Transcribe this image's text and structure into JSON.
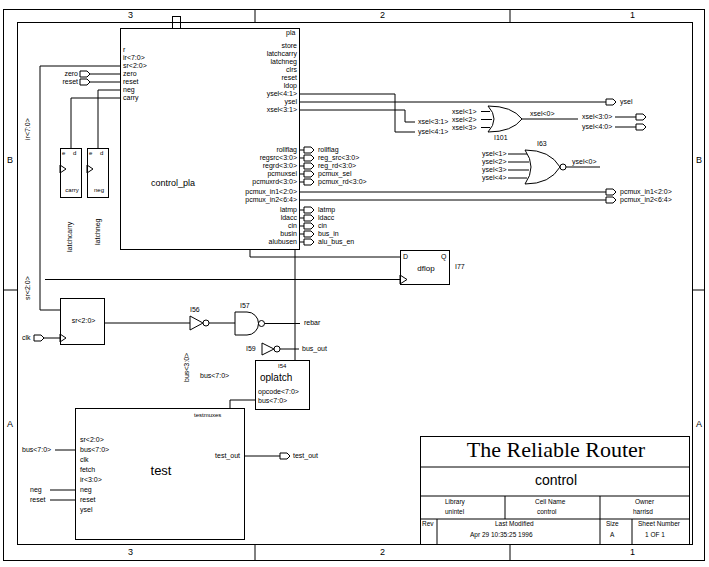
{
  "diagram": {
    "nodes": [
      {
        "text": [
          "control_pla"
        ]
      },
      {
        "text": [
          "carry"
        ]
      },
      {
        "text": [
          "neg"
        ]
      },
      {
        "text": [
          "dflop",
          "I77"
        ]
      },
      {
        "text": [
          "sr<2:0>"
        ]
      },
      {
        "text": [
          "oplatch",
          "I54"
        ]
      },
      {
        "text": [
          "test",
          "testmuxes"
        ]
      },
      {
        "text": [
          "The Reliable Router",
          "control"
        ]
      }
    ],
    "edges": [
      {
        "from": 1,
        "to": 0,
        "arrow": "none"
      },
      {
        "from": 2,
        "to": 0,
        "arrow": "none"
      },
      {
        "from": 4,
        "to": 0,
        "arrow": "none"
      },
      {
        "from": 0,
        "to": 3,
        "arrow": "none"
      },
      {
        "from": 5,
        "to": 0,
        "arrow": "none"
      },
      {
        "from": 5,
        "to": 6,
        "arrow": "none"
      }
    ],
    "labels": [
      "3",
      "2",
      "1",
      "3",
      "2",
      "1",
      "B",
      "A",
      "B",
      "A",
      "pla",
      "r",
      "ir<7:0>",
      "sr<2:0>",
      "zero",
      "reset",
      "neg",
      "carry",
      "store",
      "latchcarry",
      "latchneg",
      "clrs",
      "reset",
      "ldop",
      "ysel<4:1>",
      "ysel",
      "xsel<3:1>",
      "rollflag",
      "regsrc<3:0>",
      "regrd<3:0>",
      "pcmuxsel",
      "pcmuxrd<3:0>",
      "pcmux_in1<2:0>",
      "pcmux_in2<6:4>",
      "latmp",
      "ldacc",
      "cin",
      "busin",
      "alubusen",
      "rollflag",
      "reg_src<3:0>",
      "reg_rd<3:0>",
      "pcmux_sel",
      "pcmux_rd<3:0>",
      "latmp",
      "ldacc",
      "cin",
      "bus_in",
      "alu_bus_en",
      "xsel<3:1>",
      "ysel<4:1>",
      "xsel<1>",
      "xsel<2>",
      "xsel<3>",
      "I101",
      "xsel<0>",
      "ysel<1>",
      "ysel<2>",
      "ysel<3>",
      "ysel<4>",
      "I63",
      "ysel<0>",
      "xsel<3:0>",
      "ysel<4:0>",
      "ysel",
      "pcmux_in1<2:0>",
      "pcmux_in2<6:4>",
      "zero",
      "reset",
      "e",
      "d",
      "e",
      "d",
      "latchcarry",
      "latchneg",
      "ir<7:0>",
      "sr<2:0>",
      "clk",
      "D",
      "Q",
      "I56",
      "I57",
      "rebar",
      "I59",
      "bus_out",
      "bus<3:0>",
      "bus<7:0>",
      "opcode<7:0>",
      "bus<7:0>",
      "sr<2:0>",
      "bus<7:0>",
      "clk",
      "fetch",
      "ir<3:0>",
      "neg",
      "reset",
      "ysel",
      "test_out",
      "test_out",
      "bus<7:0>",
      "neg",
      "reset",
      "Library",
      "unintel",
      "Cell Name",
      "control",
      "Owner",
      "harrisd",
      "Rev",
      "Last Modified",
      "Apr 29 10:35:25 1996",
      "Size",
      "A",
      "Sheet Number",
      "1 OF 1"
    ]
  }
}
